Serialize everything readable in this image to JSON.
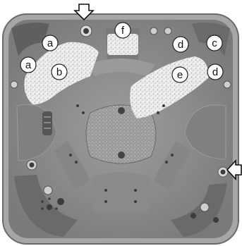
{
  "diagram": {
    "colors": {
      "shell_outer": "#a9a9a9",
      "shell_inner": "#8c8c8c",
      "deck_dark": "#6e6e6e",
      "seat": "#7c7c7c",
      "speckle": "#e8e8e8",
      "label_fill": "#ffffff",
      "label_stroke": "#222222"
    },
    "labels": {
      "a_upper": "a",
      "a_left": "a",
      "b": "b",
      "f": "f",
      "d_upper": "d",
      "c": "c",
      "e": "e",
      "d_right": "d"
    },
    "arrows": {
      "top": "down-arrow-icon",
      "right": "left-arrow-icon"
    }
  }
}
